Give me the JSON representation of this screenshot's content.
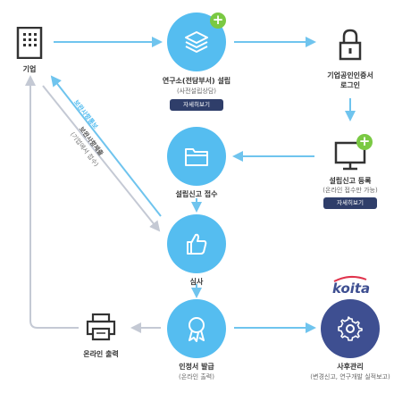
{
  "nodes": {
    "company": {
      "label": "기업"
    },
    "lab": {
      "label": "연구소(전담부서) 설립",
      "sub": "(사전설립상담)",
      "button": "자세히보기"
    },
    "cert_login": {
      "label_line1": "기업공인인증서",
      "label_line2": "로그인"
    },
    "report": {
      "label": "설립신고 등록",
      "sub": "(온라인 접수만 가능)",
      "button": "자세히보기"
    },
    "receipt": {
      "label": "설립신고 접수"
    },
    "review": {
      "label": "심사"
    },
    "issue": {
      "label": "인정서 발급",
      "sub": "(온라인 출력)"
    },
    "print": {
      "label": "온라인 출력"
    },
    "after": {
      "label": "사후관리",
      "sub": "(변경신고, 연구개발 실적보고)",
      "logo": "koita"
    }
  },
  "arrows": {
    "supplement_request": "보완사항통보",
    "supplement_submit": "보완사항제출",
    "supplement_submit_sub": "(기업에서 접수)"
  },
  "colors": {
    "blue": "#55bdf0",
    "navy": "#3e4f91",
    "green": "#7ac943",
    "line_blue": "#6fc4ee",
    "line_gray": "#c4c9d4"
  }
}
